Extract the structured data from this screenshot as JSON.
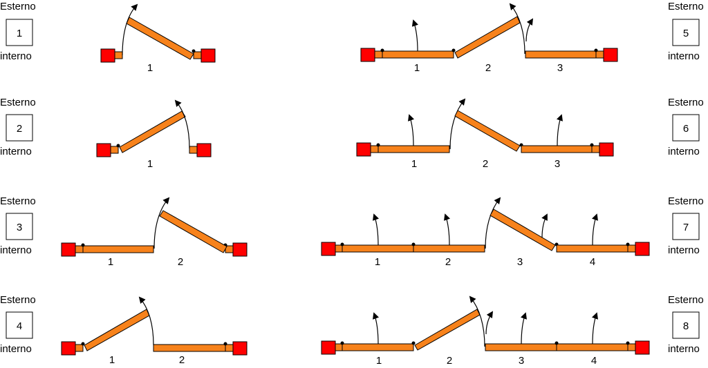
{
  "labels": {
    "outside": "Esterno",
    "inside": "interno"
  },
  "colors": {
    "panel_fill": "#f7821b",
    "frame_fill": "#ff0000",
    "stroke": "#000000",
    "background": "#ffffff"
  },
  "configs": [
    {
      "number": "1",
      "side": "left",
      "panels": [
        "1"
      ],
      "open_panel": "1"
    },
    {
      "number": "2",
      "side": "left",
      "panels": [
        "1"
      ],
      "open_panel": "1"
    },
    {
      "number": "3",
      "side": "left",
      "panels": [
        "1",
        "2"
      ],
      "open_panel": "2"
    },
    {
      "number": "4",
      "side": "left",
      "panels": [
        "1",
        "2"
      ],
      "open_panel": "1"
    },
    {
      "number": "5",
      "side": "right",
      "panels": [
        "1",
        "2",
        "3"
      ],
      "open_panel": "2"
    },
    {
      "number": "6",
      "side": "right",
      "panels": [
        "1",
        "2",
        "3"
      ],
      "open_panel": "2"
    },
    {
      "number": "7",
      "side": "right",
      "panels": [
        "1",
        "2",
        "3",
        "4"
      ],
      "open_panel": "3"
    },
    {
      "number": "8",
      "side": "right",
      "panels": [
        "1",
        "2",
        "3",
        "4"
      ],
      "open_panel": "2"
    }
  ]
}
